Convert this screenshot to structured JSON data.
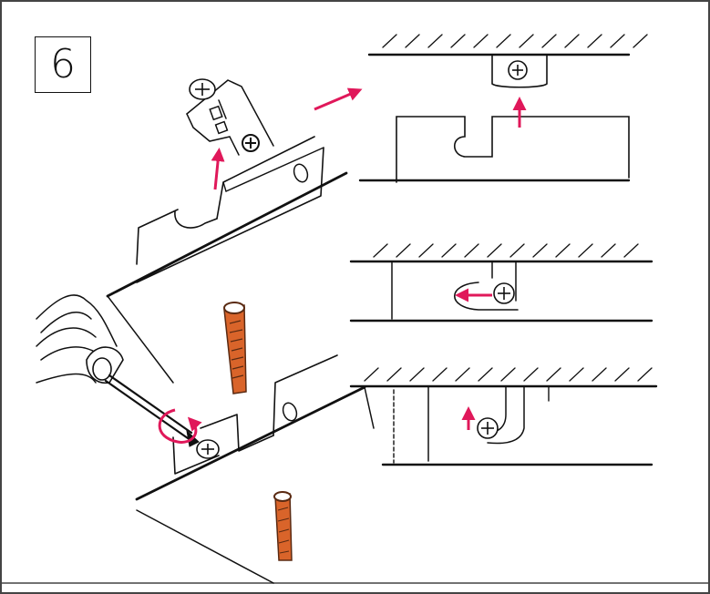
{
  "step": {
    "number": "6"
  },
  "colors": {
    "ink": "#111111",
    "arrow": "#e0185a",
    "wood": "#d9642a",
    "wood_grain": "#5a2a12",
    "frame": "#444444"
  },
  "panels": [
    {
      "name": "screw-in-slot-raised",
      "screw_position": "top-of-slot"
    },
    {
      "name": "screw-sliding-left",
      "screw_position": "end-of-slot"
    },
    {
      "name": "screw-lowered-into-notch",
      "screw_position": "bottom-of-slot"
    }
  ],
  "icons": [
    "screwdriver-icon",
    "hand-icon",
    "screw-icon",
    "dowel-icon",
    "arrow-icon",
    "rotate-arrow-icon"
  ]
}
